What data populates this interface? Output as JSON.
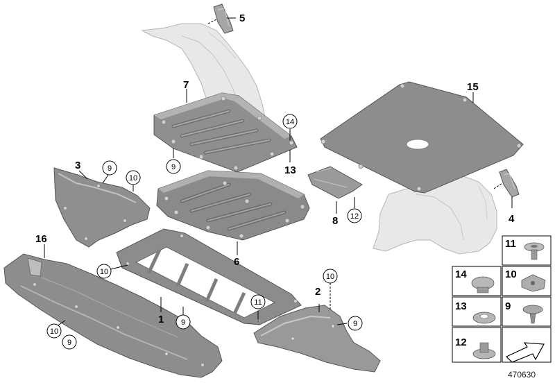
{
  "drawing_number": "470630",
  "parts": {
    "p1": "1",
    "p2": "2",
    "p3": "3",
    "p4": "4",
    "p5": "5",
    "p6": "6",
    "p7": "7",
    "p8": "8",
    "p9": "9",
    "p10": "10",
    "p11": "11",
    "p12": "12",
    "p13": "13",
    "p14": "14",
    "p15": "15",
    "p16": "16"
  },
  "colors": {
    "dark_part": "#8f8f8f",
    "light_part": "#e6e6e6",
    "line": "#000000"
  }
}
